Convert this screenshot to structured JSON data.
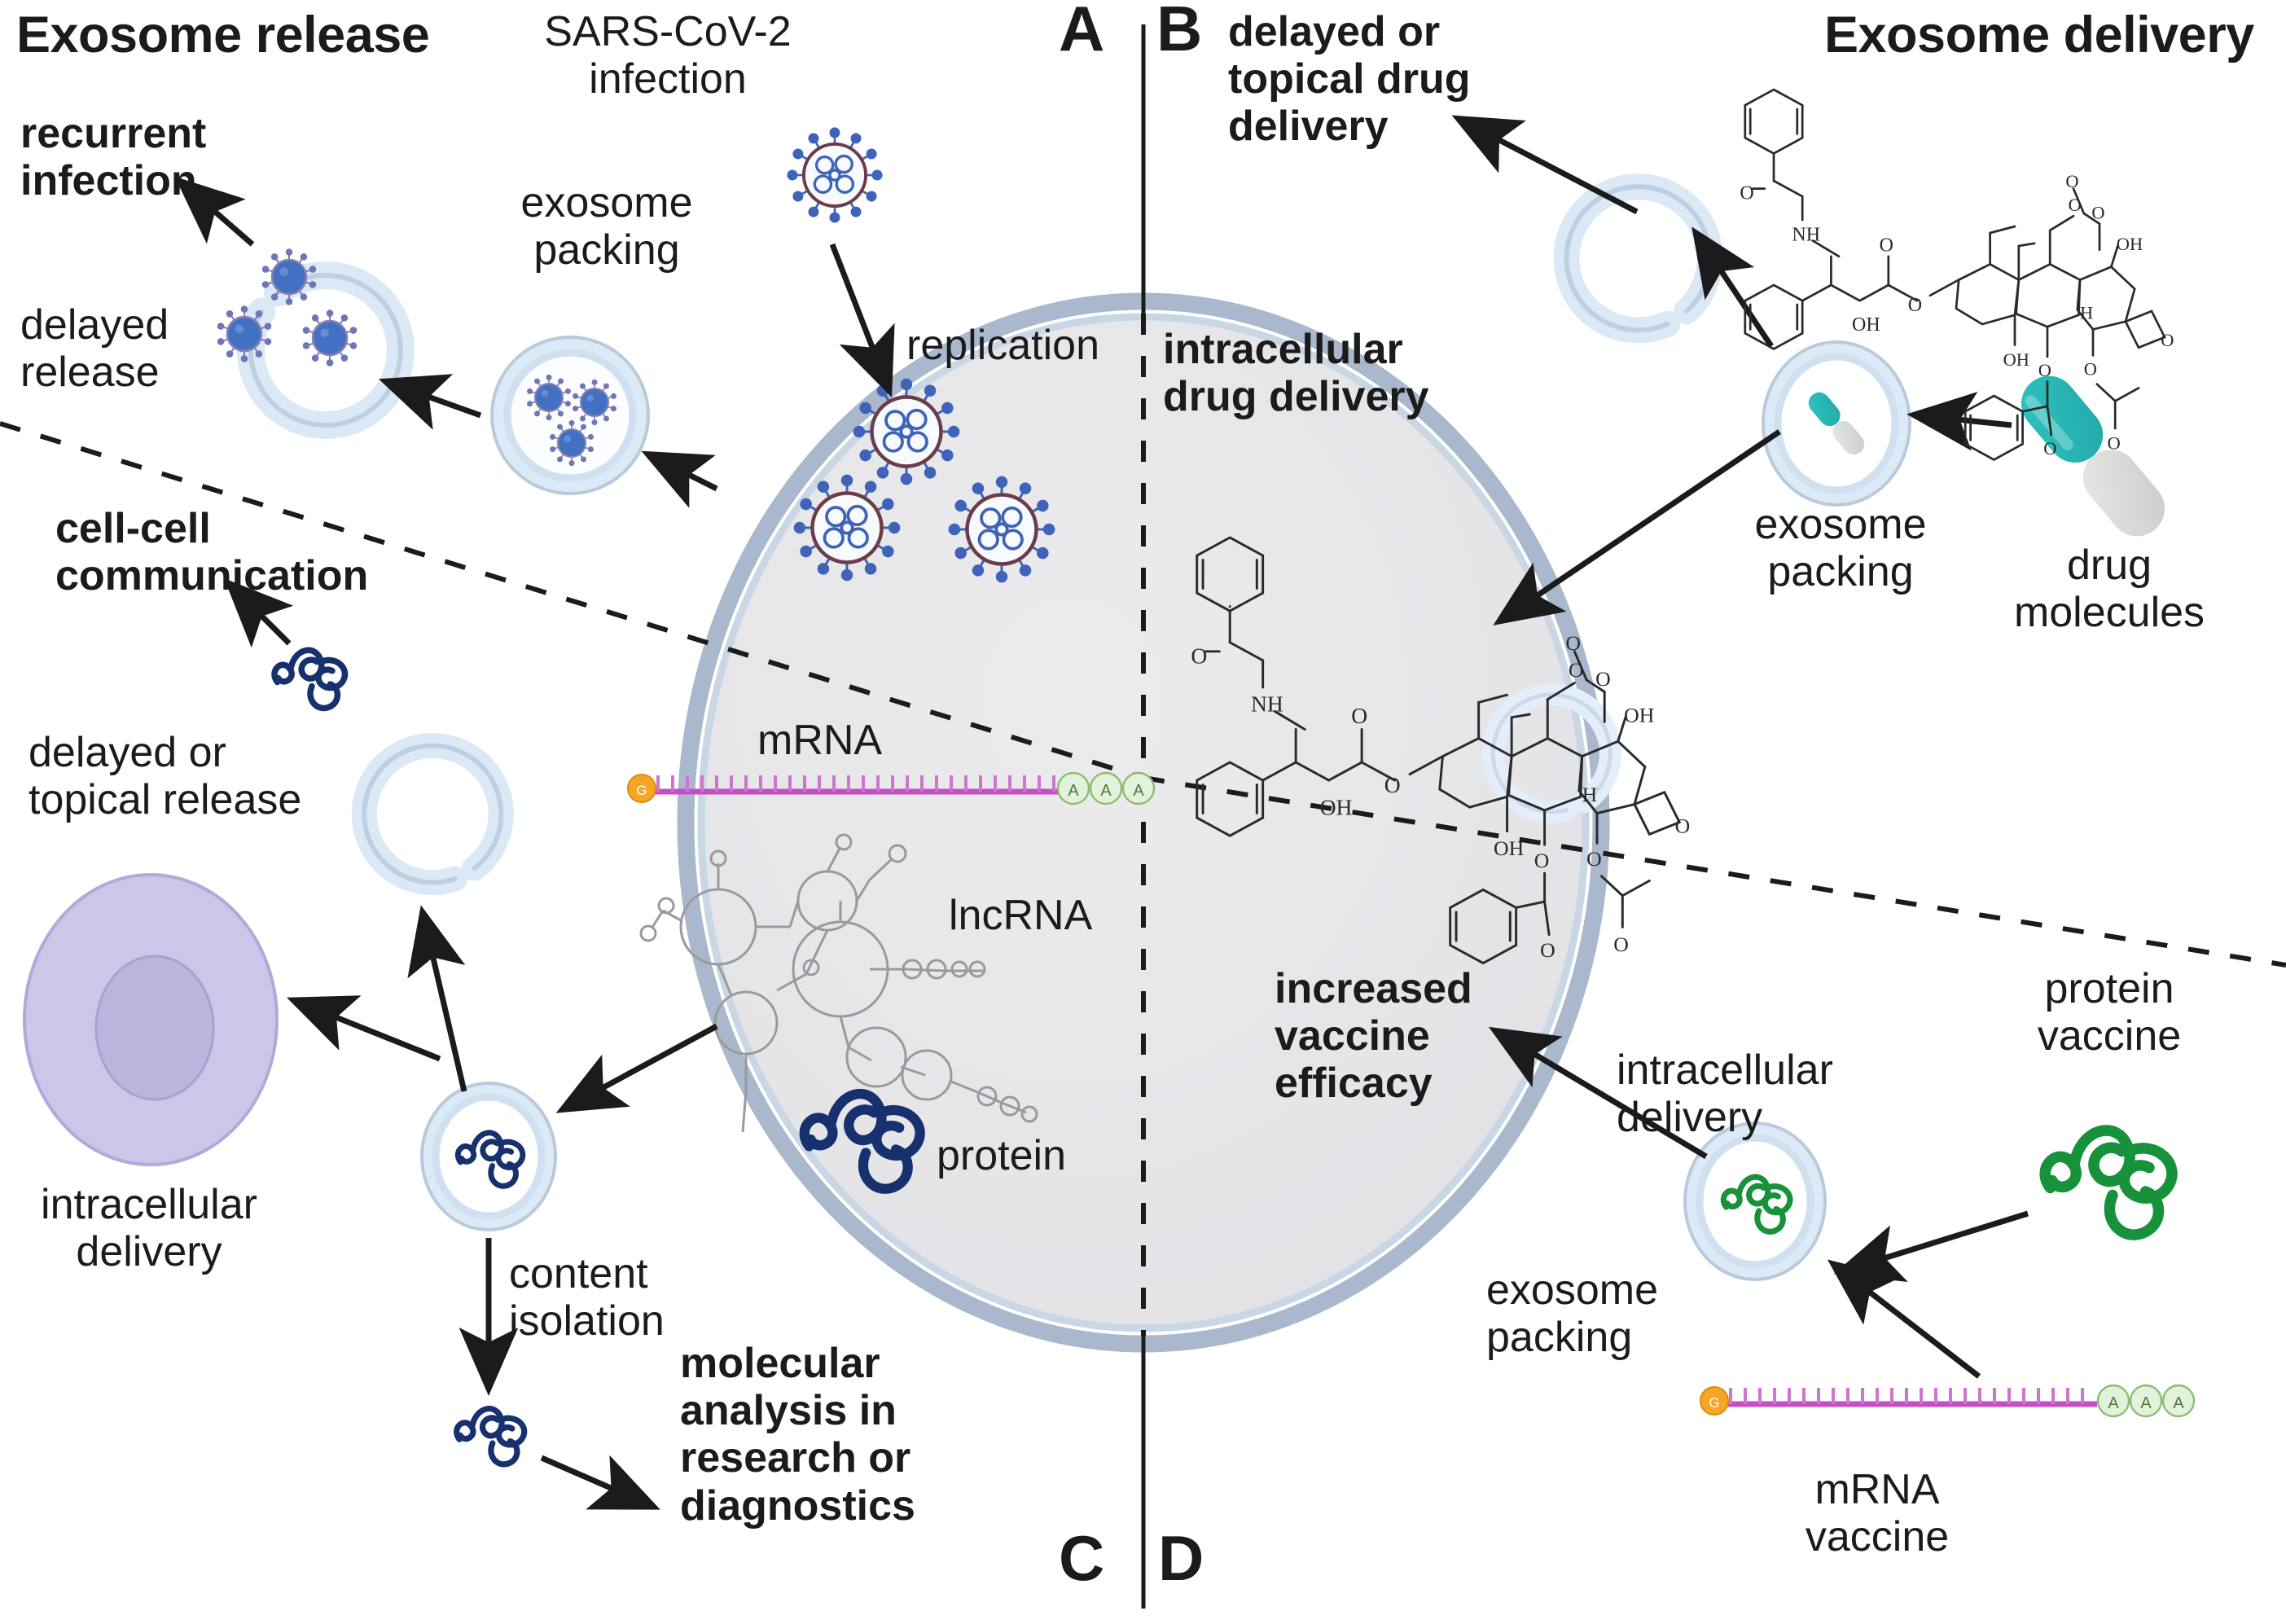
{
  "figure": {
    "title_left": "Exosome release",
    "title_right": "Exosome delivery",
    "panel_a": "A",
    "panel_b": "B",
    "panel_c": "C",
    "panel_d": "D"
  },
  "colors": {
    "cell_fill": "#e7e7ea",
    "cell_membrane_outer": "#a9b8cd",
    "cell_membrane_inner": "#c5d2e2",
    "exosome_fill": "#dce9f6",
    "exosome_stroke": "#a8bdd2",
    "virus_body": "#4271c4",
    "virus_ring": "#6b3c4a",
    "protein_blue": "#17306e",
    "protein_green": "#17923a",
    "mrna_strand": "#c44ec4",
    "mrna_cap": "#f5a623",
    "mrna_polyA": "#d8edcd",
    "target_cell_fill": "#cdc6e8",
    "target_cell_nucleus": "#bdb4dd",
    "drug_capsule_teal": "#2ec4c1",
    "drug_capsule_gray": "#d6d9d6",
    "arrow": "#1b1b1b",
    "text": "#1b1b1b"
  },
  "panel_a": {
    "heading": "Exosome release",
    "labels": {
      "sars_infection": "SARS-CoV-2\ninfection",
      "recurrent_infection": "recurrent\ninfection",
      "exosome_packing": "exosome\npacking",
      "delayed_release": "delayed\nrelease"
    }
  },
  "panel_b": {
    "heading": "Exosome delivery",
    "labels": {
      "delayed_topical_drug_delivery": "delayed or\ntopical drug\ndelivery",
      "intracellular_drug_delivery": "intracellular\ndrug delivery",
      "exosome_packing": "exosome\npacking",
      "drug_molecules": "drug\nmolecules"
    }
  },
  "panel_c": {
    "labels": {
      "cell_cell_communication": "cell-cell\ncommunication",
      "delayed_topical_release": "delayed or\ntopical release",
      "intracellular_delivery": "intracellular\ndelivery",
      "content_isolation": "content\nisolation",
      "molecular_analysis": "molecular\nanalysis in\nresearch or\ndiagnostics"
    }
  },
  "panel_d": {
    "labels": {
      "increased_vaccine_efficacy": "increased\nvaccine\nefficacy",
      "intracellular_delivery": "intracellular\ndelivery",
      "exosome_packing": "exosome\npacking",
      "protein_vaccine": "protein\nvaccine",
      "mrna_vaccine": "mRNA\nvaccine"
    }
  },
  "cell_interior": {
    "replication": "replication",
    "mrna": "mRNA",
    "lncrna": "lncRNA",
    "protein": "protein",
    "mrna_cap_letter": "G",
    "mrna_polyA_letters": [
      "A",
      "A",
      "A"
    ]
  },
  "chemistry": {
    "molecule_name": "paclitaxel",
    "atom_labels": [
      "O",
      "O",
      "NH",
      "O",
      "O",
      "O",
      "O",
      "OH",
      "OH",
      "OH",
      "H",
      "O",
      "O",
      "O",
      "O",
      "O",
      "O"
    ]
  },
  "icons": {
    "virus": "sars-cov-2-virion-icon",
    "exosome_closed": "closed-exosome-icon",
    "exosome_open": "open-exosome-icon",
    "protein_coil": "protein-coil-icon",
    "capsule": "drug-capsule-icon",
    "target_cell": "recipient-cell-icon",
    "mrna_strand": "mrna-strand-icon",
    "lncrna": "lncrna-structure-icon",
    "arrow": "arrow-icon"
  }
}
